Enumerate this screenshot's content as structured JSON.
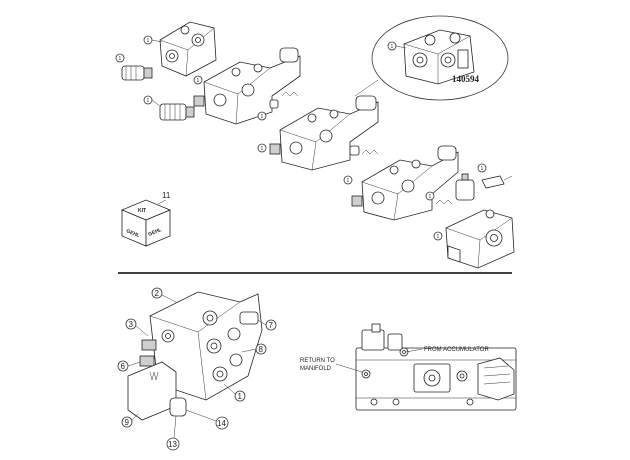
{
  "diagram": {
    "top_callouts": [
      {
        "label": "1"
      },
      {
        "label": "1"
      },
      {
        "label": "1"
      },
      {
        "label": "1"
      },
      {
        "label": "1"
      },
      {
        "label": "1"
      },
      {
        "label": "1"
      },
      {
        "label": "1"
      },
      {
        "label": "1"
      },
      {
        "label": "1"
      },
      {
        "label": "1"
      },
      {
        "label": "1"
      }
    ],
    "inset_part_number": "140594",
    "kit": {
      "callout": "11",
      "text_top": "KIT",
      "text_left": "GEHL",
      "text_right": "GEHL"
    },
    "bottom_callouts": [
      {
        "label": "2"
      },
      {
        "label": "3"
      },
      {
        "label": "6"
      },
      {
        "label": "7"
      },
      {
        "label": "8"
      },
      {
        "label": "1"
      },
      {
        "label": "9"
      },
      {
        "label": "14"
      },
      {
        "label": "13"
      }
    ],
    "flow_labels": {
      "return_line1": "RETURN TO",
      "return_line2": "MANIFOLD",
      "from_accumulator": "FROM ACCUMULATOR"
    }
  }
}
